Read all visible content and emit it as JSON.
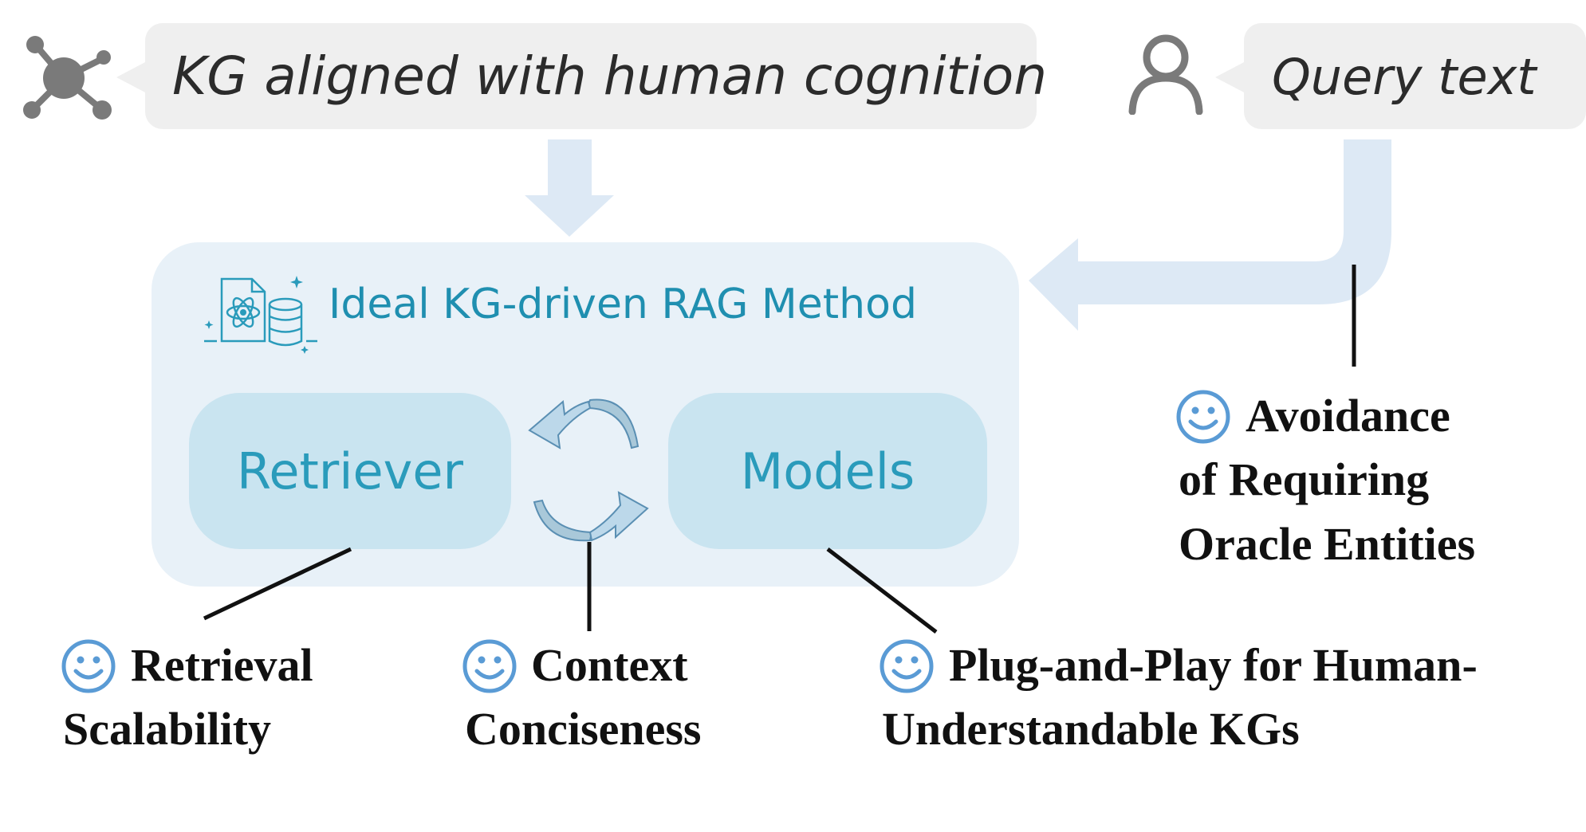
{
  "inputs": {
    "kg_text": "KG aligned with human cognition",
    "query_text": "Query text"
  },
  "method": {
    "title": "Ideal KG-driven RAG Method",
    "retriever_label": "Retriever",
    "models_label": "Models"
  },
  "properties": {
    "oracle": [
      "Avoidance",
      "of Requiring",
      "Oracle Entities"
    ],
    "retrieval": [
      "Retrieval",
      "Scalability"
    ],
    "context": [
      "Context",
      "Conciseness"
    ],
    "plug": [
      "Plug-and-Play for Human-",
      "Understandable KGs"
    ]
  },
  "colors": {
    "accent_text": "#2a9bbb",
    "panel_bg": "#e8f1f8",
    "pill_bg": "#c9e4f0",
    "arrow": "#dde9f5",
    "icon_gray": "#7a7a7a",
    "smiley_blue": "#5a9bd5"
  },
  "icons": [
    "kg-network-icon",
    "user-icon",
    "knowledge-database-icon",
    "cycle-arrows-icon",
    "smiley-icon"
  ]
}
